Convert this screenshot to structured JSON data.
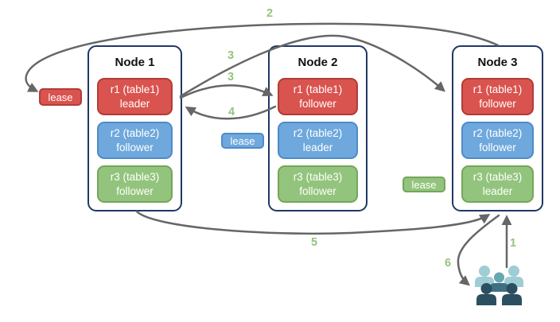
{
  "diagram": {
    "nodes": [
      {
        "title": "Node 1",
        "replicas": [
          {
            "name": "r1 (table1)",
            "role": "leader",
            "color": "#d9534f"
          },
          {
            "name": "r2 (table2)",
            "role": "follower",
            "color": "#6fa8dc"
          },
          {
            "name": "r3 (table3)",
            "role": "follower",
            "color": "#93c47d"
          }
        ]
      },
      {
        "title": "Node 2",
        "replicas": [
          {
            "name": "r1 (table1)",
            "role": "follower",
            "color": "#d9534f"
          },
          {
            "name": "r2 (table2)",
            "role": "leader",
            "color": "#6fa8dc"
          },
          {
            "name": "r3 (table3)",
            "role": "follower",
            "color": "#93c47d"
          }
        ]
      },
      {
        "title": "Node 3",
        "replicas": [
          {
            "name": "r1 (table1)",
            "role": "follower",
            "color": "#d9534f"
          },
          {
            "name": "r2 (table2)",
            "role": "follower",
            "color": "#6fa8dc"
          },
          {
            "name": "r3 (table3)",
            "role": "leader",
            "color": "#93c47d"
          }
        ]
      }
    ],
    "leases": [
      {
        "label": "lease",
        "color": "#d9534f"
      },
      {
        "label": "lease",
        "color": "#6fa8dc"
      },
      {
        "label": "lease",
        "color": "#93c47d"
      }
    ],
    "steps": [
      {
        "label": "1"
      },
      {
        "label": "2"
      },
      {
        "label": "3"
      },
      {
        "label": "3"
      },
      {
        "label": "4"
      },
      {
        "label": "5"
      },
      {
        "label": "6"
      }
    ],
    "icons": {
      "users": {
        "name": "users-icon",
        "colors": [
          "#9fcdd4",
          "#68a6b0",
          "#3f7081",
          "#2b4f60"
        ]
      }
    },
    "colors": {
      "node_border": "#1f3864",
      "arrow": "#666666",
      "step_label": "#93c47d",
      "replica_red": "#d9534f",
      "replica_blue": "#6fa8dc",
      "replica_green": "#93c47d"
    }
  }
}
